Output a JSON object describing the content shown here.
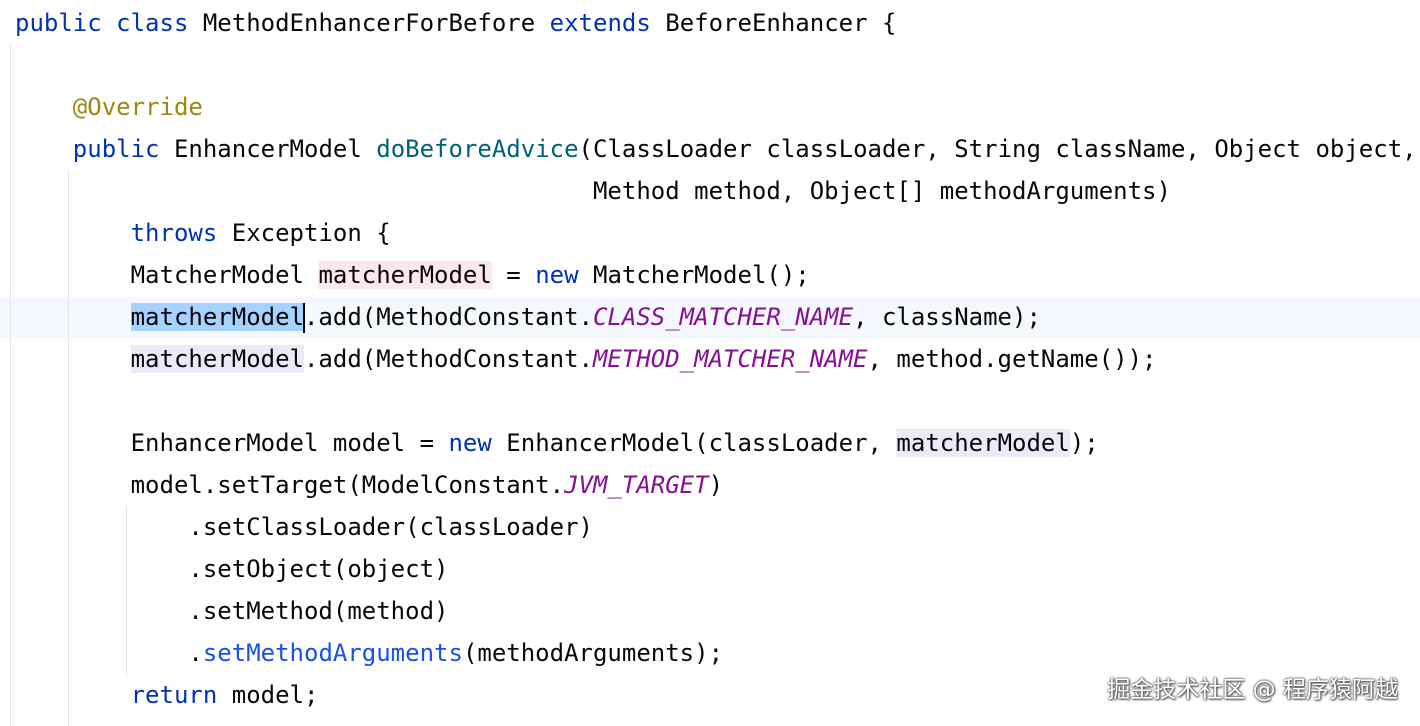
{
  "editor": {
    "language": "java",
    "colors": {
      "keyword": "#0033b3",
      "annotation": "#9e880d",
      "method_declaration": "#00627a",
      "method_call": "#1750eb",
      "static_constant": "#871094",
      "text": "#080808",
      "current_line": "#f5f8fe",
      "selection": "#a6d2ff",
      "write_usage": "#fbe8ec",
      "read_usage": "#ebeaf8"
    },
    "lines": [
      {
        "tokens": [
          {
            "text": "public",
            "style": "kw"
          },
          {
            "text": " "
          },
          {
            "text": "class",
            "style": "kw"
          },
          {
            "text": " MethodEnhancerForBefore "
          },
          {
            "text": "extends",
            "style": "kw"
          },
          {
            "text": " BeforeEnhancer {"
          }
        ]
      },
      {
        "tokens": []
      },
      {
        "tokens": [
          {
            "text": "    "
          },
          {
            "text": "@Override",
            "style": "ann"
          }
        ]
      },
      {
        "tokens": [
          {
            "text": "    "
          },
          {
            "text": "public",
            "style": "kw"
          },
          {
            "text": " EnhancerModel "
          },
          {
            "text": "doBeforeAdvice",
            "style": "fn"
          },
          {
            "text": "(ClassLoader classLoader, String className, Object object,"
          }
        ]
      },
      {
        "tokens": [
          {
            "text": "                                        Method method, Object[] methodArguments)"
          }
        ]
      },
      {
        "tokens": [
          {
            "text": "        "
          },
          {
            "text": "throws",
            "style": "kw"
          },
          {
            "text": " Exception {"
          }
        ]
      },
      {
        "tokens": [
          {
            "text": "        MatcherModel "
          },
          {
            "text": "matcherModel",
            "style": "hl-write"
          },
          {
            "text": " = "
          },
          {
            "text": "new",
            "style": "kw"
          },
          {
            "text": " MatcherModel();"
          }
        ]
      },
      {
        "current": true,
        "tokens": [
          {
            "text": "        "
          },
          {
            "text": "matcherModel",
            "style": "hl-sel"
          },
          {
            "caret": true
          },
          {
            "text": ".add(MethodConstant."
          },
          {
            "text": "CLASS_MATCHER_NAME",
            "style": "const"
          },
          {
            "text": ", className);"
          }
        ]
      },
      {
        "tokens": [
          {
            "text": "        "
          },
          {
            "text": "matcherModel",
            "style": "hl-read"
          },
          {
            "text": ".add(MethodConstant."
          },
          {
            "text": "METHOD_MATCHER_NAME",
            "style": "const"
          },
          {
            "text": ", method.getName());"
          }
        ]
      },
      {
        "tokens": []
      },
      {
        "tokens": [
          {
            "text": "        EnhancerModel model = "
          },
          {
            "text": "new",
            "style": "kw"
          },
          {
            "text": " EnhancerModel(classLoader, "
          },
          {
            "text": "matcherModel",
            "style": "hl-read"
          },
          {
            "text": ");"
          }
        ]
      },
      {
        "tokens": [
          {
            "text": "        model.setTarget(ModelConstant."
          },
          {
            "text": "JVM_TARGET",
            "style": "const"
          },
          {
            "text": ")"
          }
        ]
      },
      {
        "tokens": [
          {
            "text": "            .setClassLoader(classLoader)"
          }
        ]
      },
      {
        "tokens": [
          {
            "text": "            .setObject(object)"
          }
        ]
      },
      {
        "tokens": [
          {
            "text": "            .setMethod(method)"
          }
        ]
      },
      {
        "tokens": [
          {
            "text": "            ."
          },
          {
            "text": "setMethodArguments",
            "style": "mcall"
          },
          {
            "text": "(methodArguments);"
          }
        ]
      },
      {
        "tokens": [
          {
            "text": "        "
          },
          {
            "text": "return",
            "style": "kw"
          },
          {
            "text": " model;"
          }
        ]
      }
    ]
  },
  "watermark": {
    "text": "掘金技术社区 @ 程序猿阿越"
  }
}
